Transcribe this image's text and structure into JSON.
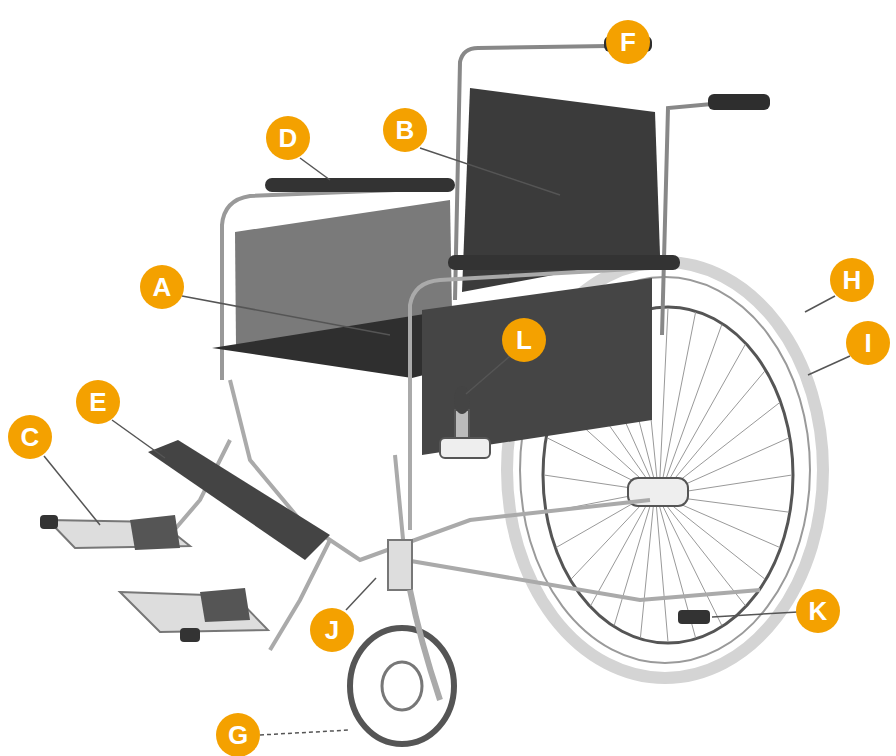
{
  "diagram": {
    "labels": [
      "F",
      "D",
      "B",
      "A",
      "H",
      "L",
      "I",
      "E",
      "C",
      "J",
      "K",
      "G"
    ]
  }
}
